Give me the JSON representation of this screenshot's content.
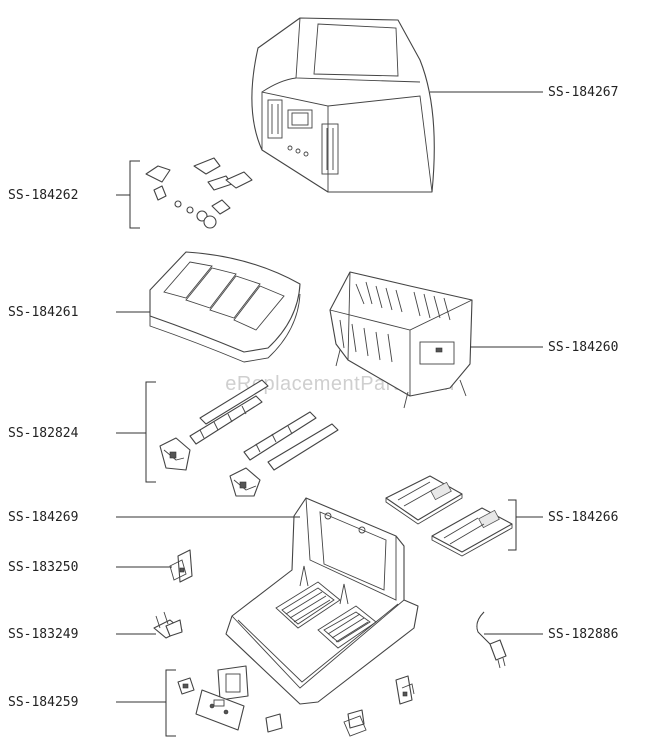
{
  "watermark": "eReplacementParts.com",
  "labels": {
    "ss184267": "SS-184267",
    "ss184262": "SS-184262",
    "ss184261": "SS-184261",
    "ss184260": "SS-184260",
    "ss182824": "SS-182824",
    "ss184269": "SS-184269",
    "ss184266": "SS-184266",
    "ss183250": "SS-183250",
    "ss183249": "SS-183249",
    "ss182886": "SS-182886",
    "ss184259": "SS-184259"
  },
  "colors": {
    "line": "#333333",
    "watermark": "#cfcfcf",
    "background": "#ffffff"
  }
}
